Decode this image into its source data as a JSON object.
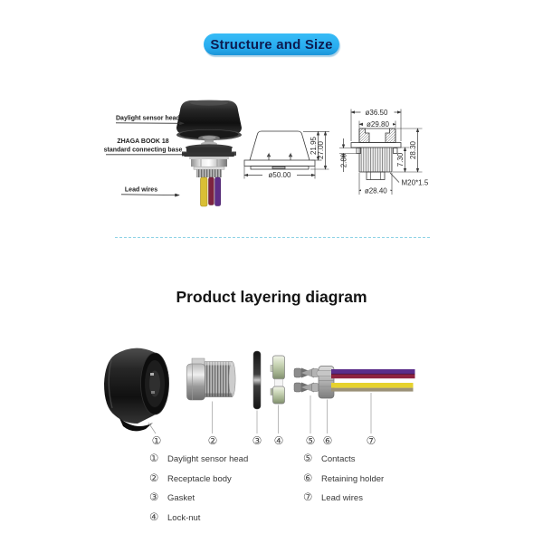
{
  "badge": {
    "label": "Structure and Size",
    "bg_color": "#29adf0",
    "text_color": "#0d1b4f"
  },
  "structure": {
    "labels": {
      "sensor_head": "Daylight sensor head",
      "base_line1": "ZHAGA BOOK 18",
      "base_line2": "standard connecting base",
      "lead_wires": "Lead wires"
    },
    "profile_drawing": {
      "dim_height_inner": "21.95",
      "dim_height_total": "27.00",
      "dim_diameter": "ø50.00"
    },
    "section_drawing": {
      "dim_top_flange": "ø36.50",
      "dim_top_inner": "ø29.80",
      "dim_left": "2.80",
      "dim_thread_len": "7.30",
      "dim_total_height": "28.30",
      "thread_spec": "M20*1.5",
      "dim_bottom": "ø28.40"
    }
  },
  "separator": {
    "color": "#8ed2e6"
  },
  "layering": {
    "title": "Product layering diagram",
    "part_numbers": [
      "①",
      "②",
      "③",
      "④",
      "⑤",
      "⑥",
      "⑦"
    ],
    "legend_left": [
      {
        "num": "①",
        "label": "Daylight sensor head"
      },
      {
        "num": "②",
        "label": "Receptacle body"
      },
      {
        "num": "③",
        "label": "Gasket"
      },
      {
        "num": "④",
        "label": "Lock-nut"
      }
    ],
    "legend_right": [
      {
        "num": "⑤",
        "label": "Contacts"
      },
      {
        "num": "⑥",
        "label": "Retaining holder"
      },
      {
        "num": "⑦",
        "label": "Lead wires"
      }
    ]
  },
  "wire_colors": {
    "purple": "#5b2d8a",
    "maroon": "#8e2340",
    "yellow": "#e6d22e",
    "gray": "#9b9178"
  }
}
